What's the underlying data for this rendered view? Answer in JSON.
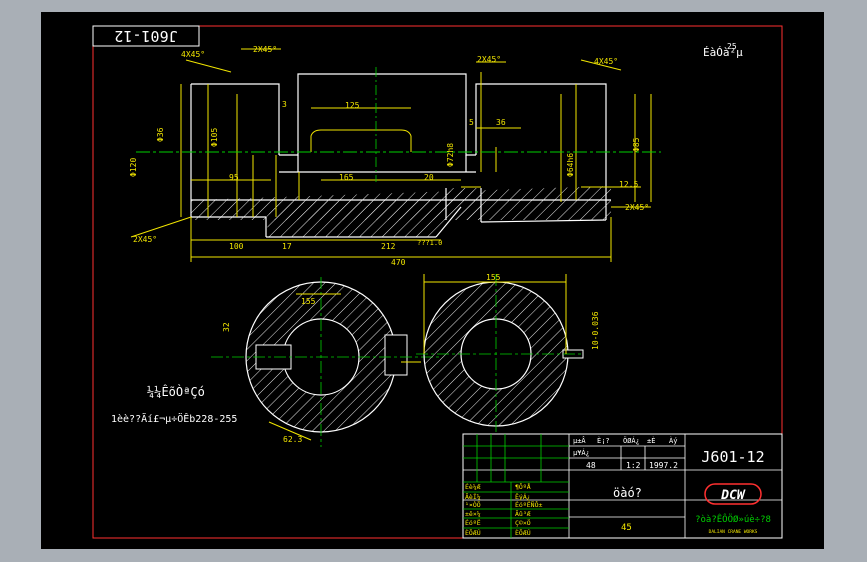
{
  "drawing": {
    "mirror_code": "J601-12",
    "roughness": "ÉàÓà²µ",
    "roughness_sup": "25",
    "tech_title": "¼¼ÊõÒªÇó",
    "tech_note": "1èè??Ãí£¬µ÷ÖÊb228-255"
  },
  "dims": {
    "c1": "4X45°",
    "c2": "2X45°",
    "c3": "2X45°",
    "c4": "4X45°",
    "c5": "2X45°",
    "c6": "2X45°",
    "d125": "125",
    "d3": "3",
    "d5": "5",
    "d36": "36",
    "d95": "95",
    "d165": "165",
    "d20": "20",
    "d125b": "12.5",
    "d100": "100",
    "d17": "17",
    "d212": "212",
    "d470": "470",
    "d155": "155",
    "d32": "32",
    "d62": "62.3",
    "phi36": "Φ36",
    "phi105": "Φ105",
    "phi85": "Φ85",
    "phi72": "Φ72h8",
    "phi120": "Φ120",
    "phi64": "Φ64h6",
    "ra": "???1.0",
    "t10": "10-0.036"
  },
  "title_block": {
    "code": "J601-12",
    "part_name": "öàó?",
    "material": "45",
    "qty_label": "µ¥Á¿",
    "mass_value": "48",
    "scale_value": "1:2",
    "sheet_value": "1997.2",
    "school": "?òà?ÊÔÖØ»úè÷?8",
    "logo": "DCW",
    "logo_sub": "DALIAN CRANE WORKS",
    "hdr1": "µ±Â",
    "hdr2": "È¡?",
    "hdr3": "ÖØÁ¿",
    "hdr4": "±È",
    "hdr5": "Àý",
    "row_labels": [
      "Éè¼Æ",
      "ÃèÍ¼",
      "¹¤ÒÕ",
      "±ê×¼",
      "ÉóºË",
      "ÈÕÆÚ"
    ],
    "row_values": [
      "¶ÔºÅ",
      "ÊýÁ¿",
      "ÉóºËÑÔ±",
      "Ãû³Æ",
      "Ç©×Ö",
      "ÈÕÆÚ"
    ]
  }
}
